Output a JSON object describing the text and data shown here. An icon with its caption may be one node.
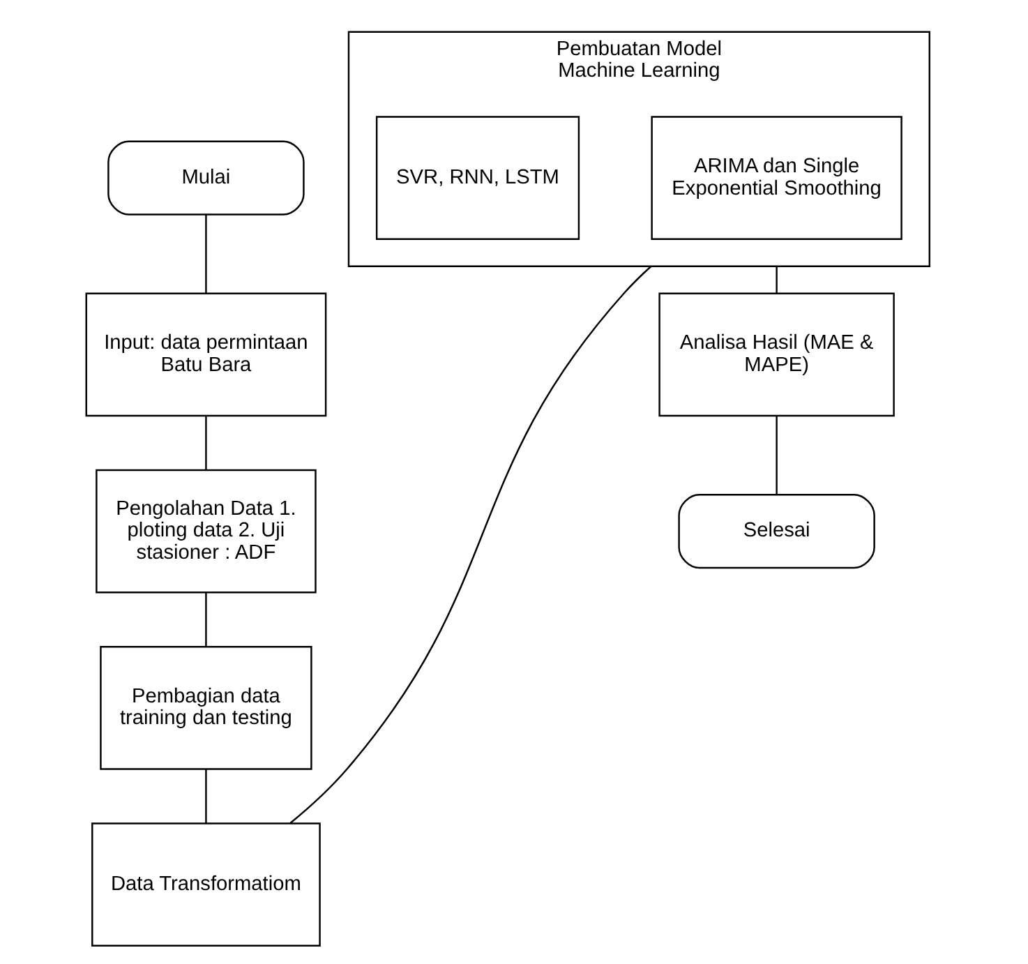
{
  "diagram": {
    "nodes": [
      {
        "text": [
          "Mulai"
        ]
      },
      {
        "text": [
          "Input: data permintaan Batu Bara"
        ]
      },
      {
        "text": [
          "Pengolahan Data 1. ploting data 2. Uji stasioner : ADF"
        ]
      },
      {
        "text": [
          "Pembagian data training dan testing"
        ]
      },
      {
        "text": [
          "Data Transformatiom"
        ]
      },
      {
        "text": [
          "Pembuatan Model Machine Learning"
        ]
      },
      {
        "text": [
          "ARIMA dan Single Exponential Smoothing"
        ],
        "in": 5
      },
      {
        "text": [
          "SVR, RNN, LSTM"
        ],
        "in": 5
      },
      {
        "text": [
          "Analisa Hasil (MAE & MAPE)"
        ]
      },
      {
        "text": [
          "Selesai"
        ]
      }
    ],
    "edges": [
      {
        "from": 0,
        "to": 1,
        "arrow": "none"
      },
      {
        "from": 1,
        "to": 2,
        "arrow": "none"
      },
      {
        "from": 2,
        "to": 3,
        "arrow": "none"
      },
      {
        "from": 3,
        "to": 4,
        "arrow": "none"
      },
      {
        "from": 4,
        "to": 5,
        "arrow": "none"
      },
      {
        "from": 5,
        "to": 8,
        "arrow": "none"
      },
      {
        "from": 8,
        "to": 9,
        "arrow": "none"
      }
    ]
  }
}
